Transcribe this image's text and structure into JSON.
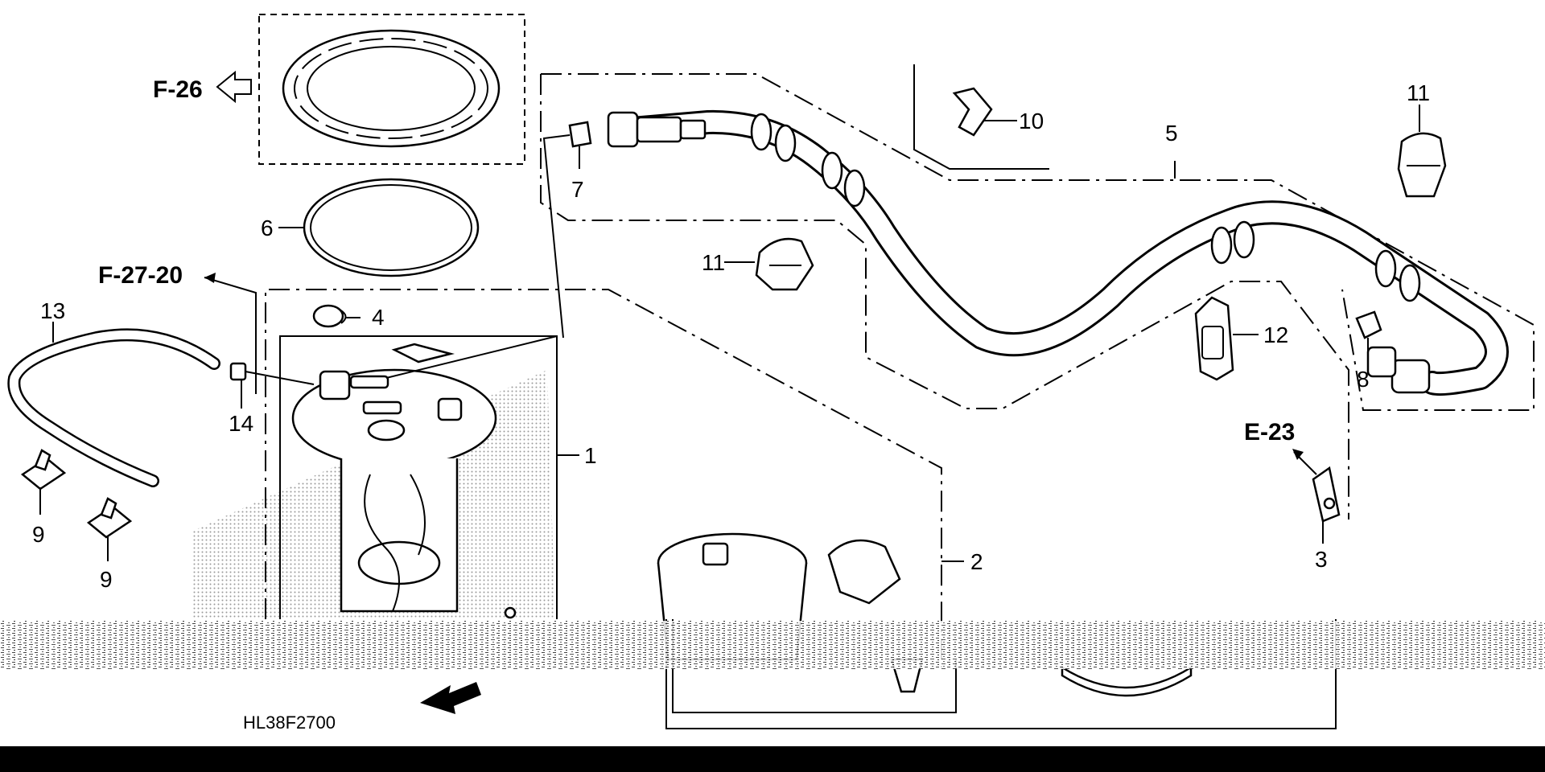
{
  "diagram": {
    "code": "HL38F2700",
    "refs": {
      "f26": "F-26",
      "f2720": "F-27-20",
      "e23": "E-23"
    },
    "callouts": {
      "c1": "1",
      "c2": "2",
      "c3": "3",
      "c4": "4",
      "c5": "5",
      "c6": "6",
      "c7": "7",
      "c8": "8",
      "c9a": "9",
      "c9b": "9",
      "c10": "10",
      "c11a": "11",
      "c11b": "11",
      "c12": "12",
      "c13": "13",
      "c14": "14"
    }
  }
}
